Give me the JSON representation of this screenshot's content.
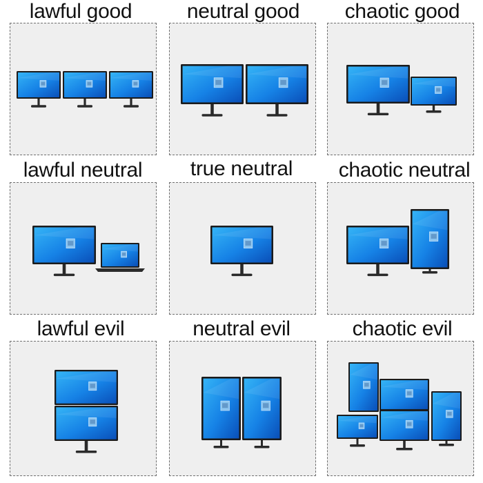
{
  "meme": {
    "cells": [
      {
        "title": "lawful good"
      },
      {
        "title": "neutral good"
      },
      {
        "title": "chaotic good"
      },
      {
        "title": "lawful neutral"
      },
      {
        "title": "true neutral"
      },
      {
        "title": "chaotic neutral"
      },
      {
        "title": "lawful evil"
      },
      {
        "title": "neutral evil"
      },
      {
        "title": "chaotic evil"
      }
    ]
  },
  "colors": {
    "panel_bg": "#efefef",
    "panel_border": "#6f6f6f",
    "screen_light": "#2aa9f2",
    "screen_dark": "#0a4fb8",
    "bezel": "#1b1b1b",
    "stand": "#2a2a2a"
  },
  "icons": {
    "wallpaper": "windows-10-wallpaper-with-recycle-bin"
  }
}
